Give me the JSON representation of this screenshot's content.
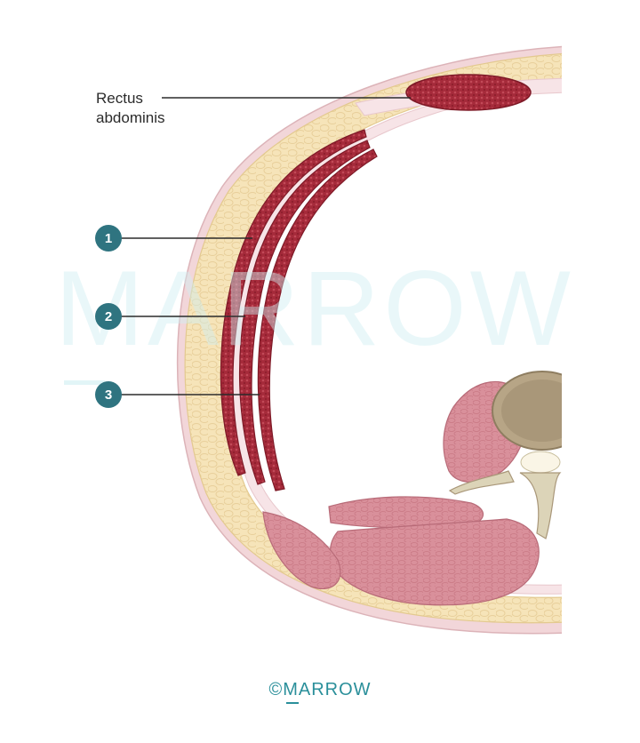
{
  "labels": {
    "rectus_line1": "Rectus",
    "rectus_line2": "abdominis",
    "marker_1": "1",
    "marker_2": "2",
    "marker_3": "3"
  },
  "watermark": "MARROW",
  "footer": "©MARROW",
  "colors": {
    "skin": "#f2d6d9",
    "fat": "#f6e4b9",
    "fat_outline": "#e8cf9a",
    "muscle": "#a52a3a",
    "muscle_light": "#d98c97",
    "fascia": "#f7e4e7",
    "bone": "#dcd4b8",
    "bone_dark": "#a99779",
    "marker": "#2f7480",
    "brand": "#2a8f9a"
  }
}
